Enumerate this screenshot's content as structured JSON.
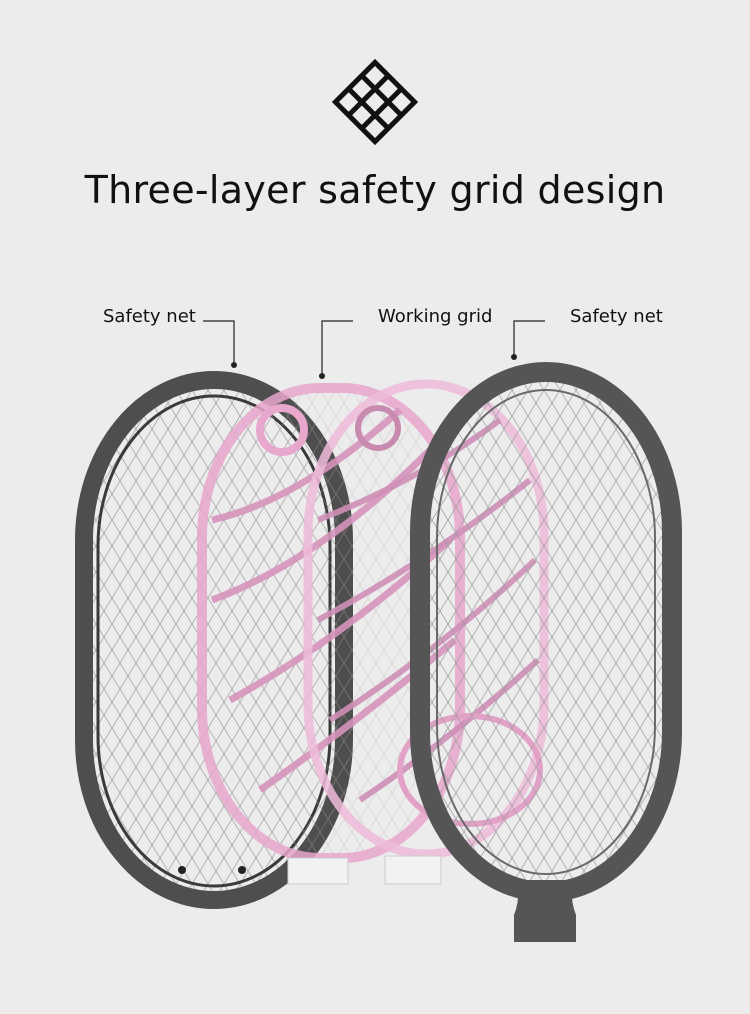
{
  "header": {
    "logo_icon": "grid-diamond-icon",
    "title": "Three-layer safety grid design"
  },
  "callouts": {
    "left": "Safety net",
    "middle": "Working grid",
    "right": "Safety net"
  },
  "colors": {
    "background": "#ececec",
    "frame_gray": "#555555",
    "working_grid_pink": "#e7a8cf"
  }
}
